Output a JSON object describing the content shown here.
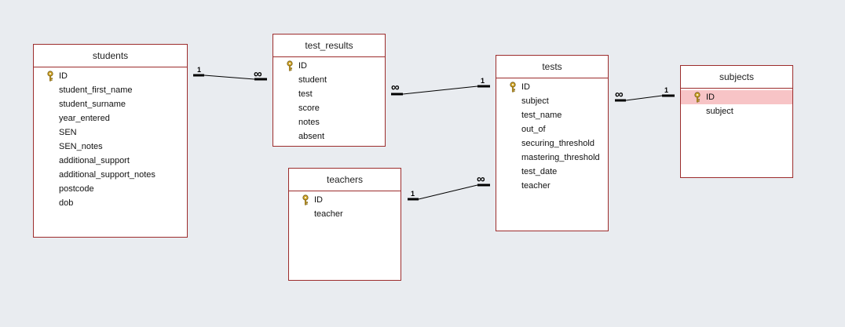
{
  "tables": {
    "students": {
      "title": "students",
      "fields": [
        "ID",
        "student_first_name",
        "student_surname",
        "year_entered",
        "SEN",
        "SEN_notes",
        "additional_support",
        "additional_support_notes",
        "postcode",
        "dob"
      ],
      "primary_key": "ID"
    },
    "test_results": {
      "title": "test_results",
      "fields": [
        "ID",
        "student",
        "test",
        "score",
        "notes",
        "absent"
      ],
      "primary_key": "ID"
    },
    "teachers": {
      "title": "teachers",
      "fields": [
        "ID",
        "teacher"
      ],
      "primary_key": "ID"
    },
    "tests": {
      "title": "tests",
      "fields": [
        "ID",
        "subject",
        "test_name",
        "out_of",
        "securing_threshold",
        "mastering_threshold",
        "test_date",
        "teacher"
      ],
      "primary_key": "ID"
    },
    "subjects": {
      "title": "subjects",
      "fields": [
        "ID",
        "subject"
      ],
      "primary_key": "ID",
      "selected_field": "ID"
    }
  },
  "relationships": [
    {
      "from_table": "students",
      "to_table": "test_results",
      "from_label": "1",
      "to_label": "∞"
    },
    {
      "from_table": "test_results",
      "to_table": "tests",
      "from_label": "∞",
      "to_label": "1"
    },
    {
      "from_table": "teachers",
      "to_table": "tests",
      "from_label": "1",
      "to_label": "∞"
    },
    {
      "from_table": "tests",
      "to_table": "subjects",
      "from_label": "∞",
      "to_label": "1"
    }
  ],
  "colors": {
    "background": "#e9ecf0",
    "table_border": "#9c2c2c",
    "selected_row": "#f7c4c6",
    "key_icon": "#d4a829"
  },
  "icons": {
    "primary_key": "key-icon"
  }
}
